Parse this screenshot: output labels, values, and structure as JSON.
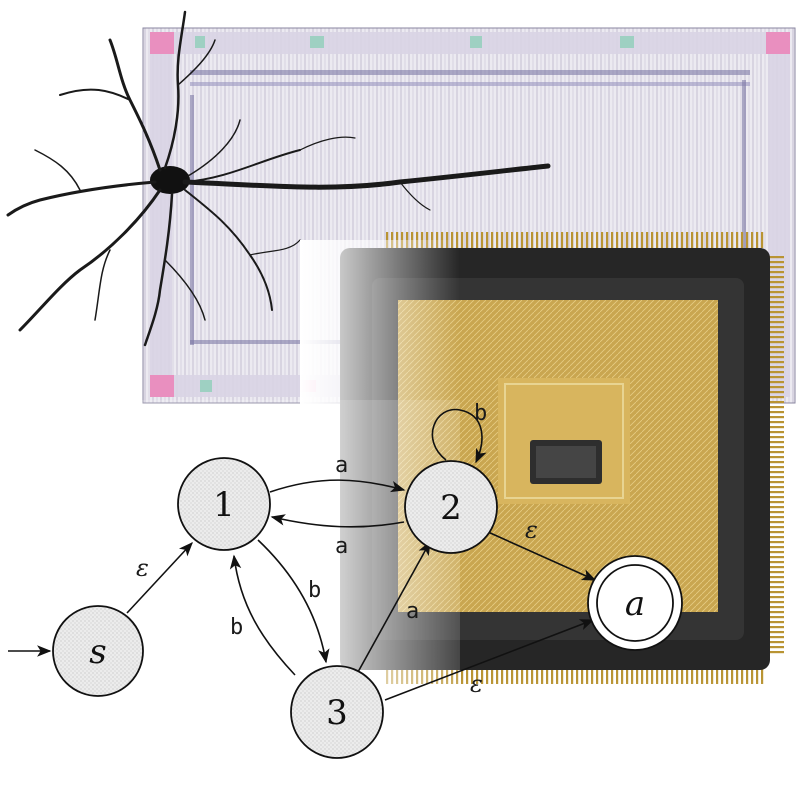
{
  "diagram": {
    "type": "finite-automaton",
    "states": [
      {
        "id": "s",
        "label": "s",
        "start": true,
        "accepting": false
      },
      {
        "id": "1",
        "label": "1",
        "start": false,
        "accepting": false
      },
      {
        "id": "2",
        "label": "2",
        "start": false,
        "accepting": false
      },
      {
        "id": "3",
        "label": "3",
        "start": false,
        "accepting": false
      },
      {
        "id": "a",
        "label": "a",
        "start": false,
        "accepting": true
      }
    ],
    "transitions": [
      {
        "from": "s",
        "to": "1",
        "label": "ε"
      },
      {
        "from": "1",
        "to": "2",
        "label": "a"
      },
      {
        "from": "2",
        "to": "1",
        "label": "a"
      },
      {
        "from": "2",
        "to": "2",
        "label": "b"
      },
      {
        "from": "1",
        "to": "3",
        "label": "b"
      },
      {
        "from": "3",
        "to": "1",
        "label": "b"
      },
      {
        "from": "3",
        "to": "2",
        "label": "a"
      },
      {
        "from": "2",
        "to": "a",
        "label": "ε"
      },
      {
        "from": "3",
        "to": "a",
        "label": "ε"
      }
    ]
  },
  "background_images": [
    "neuron-silhouette",
    "chip-layout",
    "packaged-chip-photo"
  ],
  "colors": {
    "state_fill": "#e6e6e6",
    "edge": "#111111",
    "chip_body": "#2b2b2b",
    "gold": "#c8a24a",
    "layout_bg": "#e9e6ef"
  }
}
